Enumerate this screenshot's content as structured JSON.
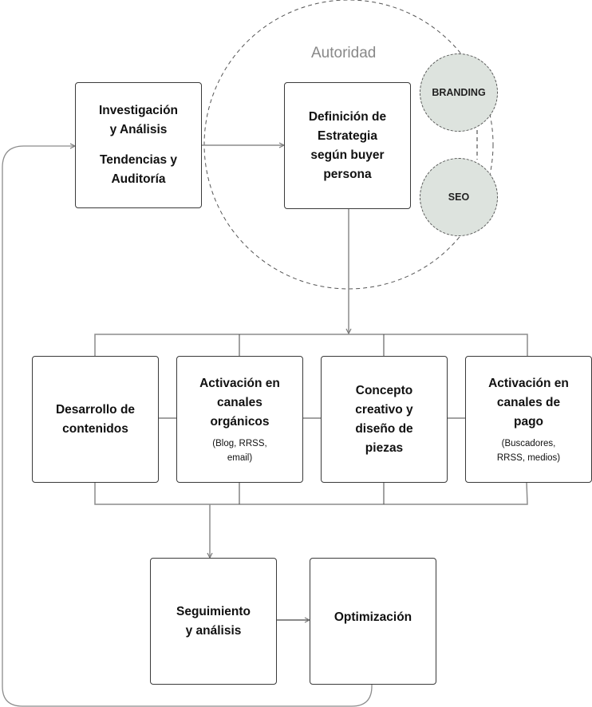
{
  "title_label": "Autoridad",
  "bubbles": {
    "branding": "BRANDING",
    "seo": "SEO"
  },
  "steps": {
    "research": {
      "line1": "Investigación",
      "line2": "y Análisis",
      "line3": "Tendencias y",
      "line4": "Auditoría"
    },
    "strategy": {
      "line1": "Definición de",
      "line2": "Estrategia",
      "line3": "según buyer",
      "line4": "persona"
    },
    "content": {
      "line1": "Desarrollo de",
      "line2": "contenidos"
    },
    "organic": {
      "line1": "Activación en",
      "line2": "canales",
      "line3": "orgánicos",
      "sub1": "(Blog, RRSS,",
      "sub2": "email)"
    },
    "creative": {
      "line1": "Concepto",
      "line2": "creativo y",
      "line3": "diseño de",
      "line4": "piezas"
    },
    "paid": {
      "line1": "Activación en",
      "line2": "canales de",
      "line3": "pago",
      "sub1": "(Buscadores,",
      "sub2": "RRSS, medios)"
    },
    "tracking": {
      "line1": "Seguimiento",
      "line2": "y análisis"
    },
    "optimization": {
      "line1": "Optimización"
    }
  },
  "colors": {
    "bubble_fill": "#dde3de",
    "connector": "#8c8c8c",
    "border": "#3a3a3a",
    "label_gray": "#888888"
  }
}
